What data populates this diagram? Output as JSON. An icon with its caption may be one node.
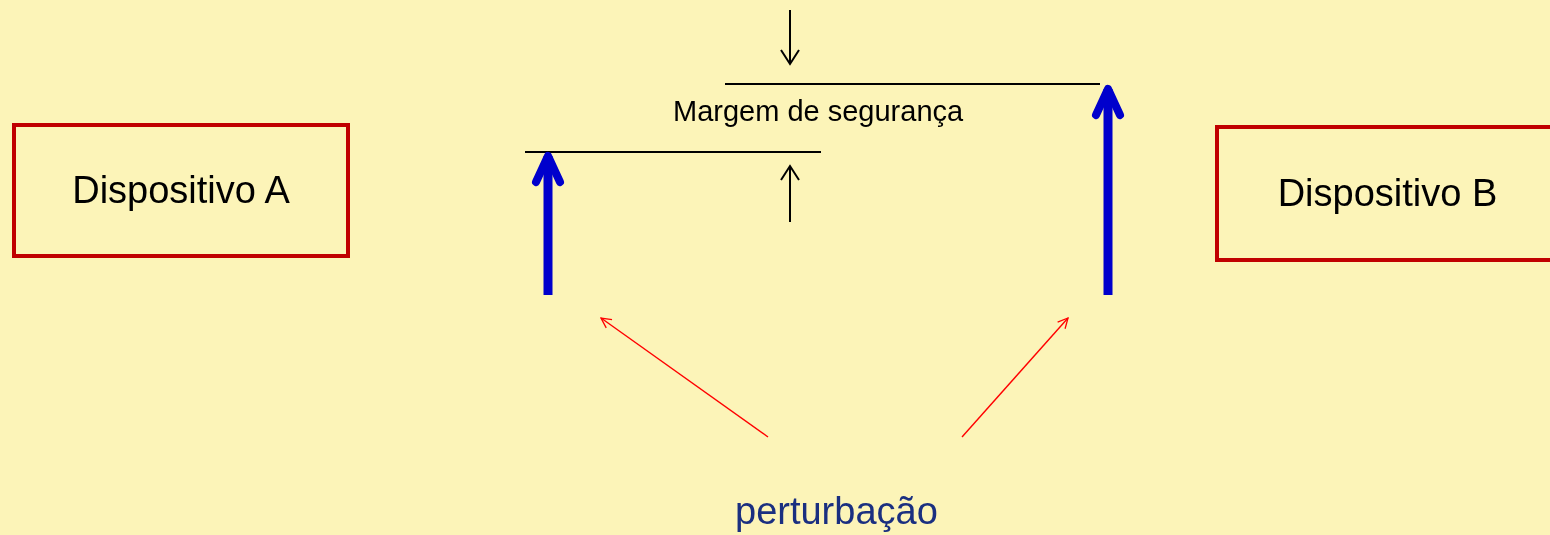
{
  "diagram": {
    "nodes": [
      {
        "text": [
          "Dispositivo A"
        ]
      },
      {
        "text": [
          "Dispositivo B"
        ]
      },
      {
        "text": [
          "perturbação"
        ]
      },
      {
        "text": [],
        "shape": "arrow"
      },
      {
        "text": [],
        "shape": "arrow"
      }
    ],
    "edges": [
      {
        "from": 2,
        "to": 3,
        "arrow": "to"
      },
      {
        "from": 2,
        "to": 4,
        "arrow": "to"
      }
    ],
    "labels": [
      "Margem de segurança"
    ]
  }
}
